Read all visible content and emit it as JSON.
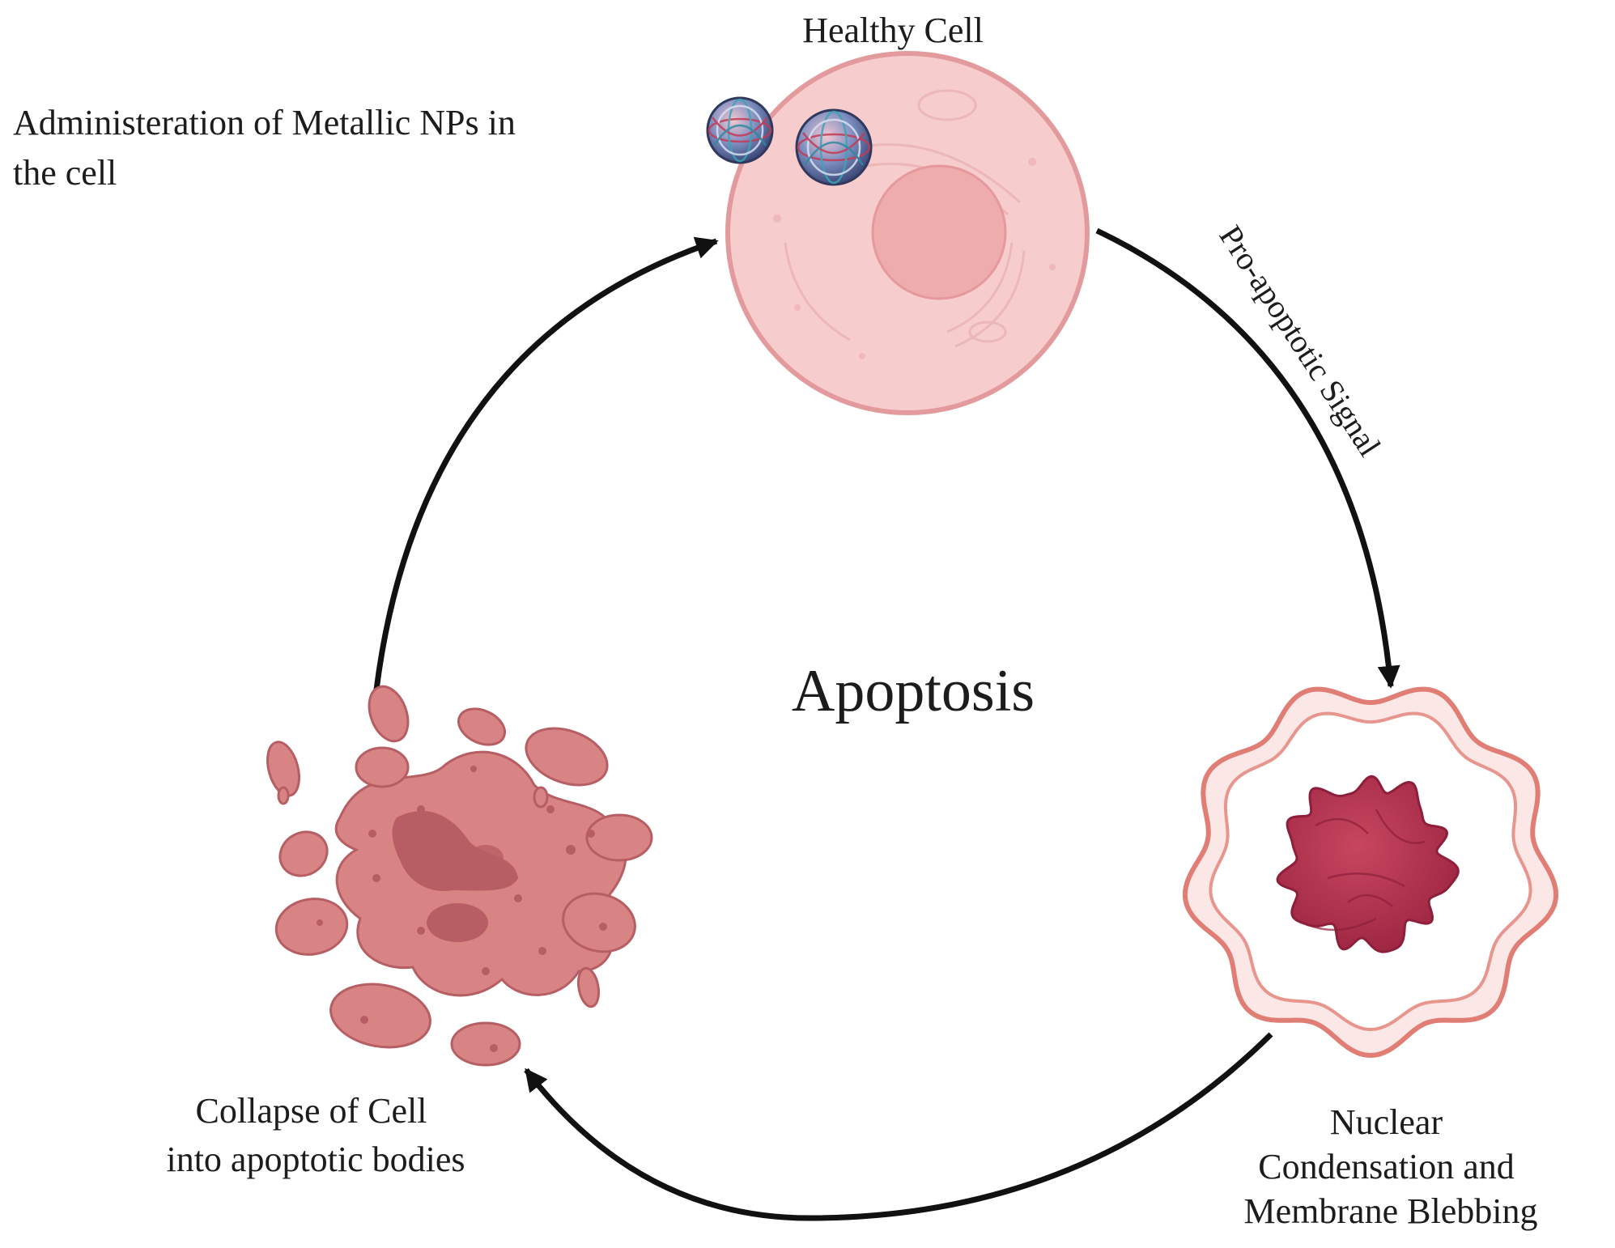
{
  "diagram": {
    "center_title": "Apoptosis",
    "healthy_cell": {
      "label": "Healthy Cell"
    },
    "nanoparticles": {
      "label_lines": [
        "Administeration of Metallic NPs in",
        "the cell"
      ]
    },
    "signal": {
      "label": "Pro-apoptotic Signal"
    },
    "condensation": {
      "label_lines": [
        "Nuclear",
        "Condensation and",
        "Membrane Blebbing"
      ]
    },
    "collapse": {
      "label_lines": [
        "Collapse of Cell",
        "into apoptotic bodies"
      ]
    }
  },
  "colors": {
    "healthy_cytoplasm": "#f7cccc",
    "healthy_membrane": "#e39a9c",
    "healthy_nucleus": "#eeacac",
    "condensed_nucleus": "#b2334f",
    "blebbing_membrane": "#e07d75",
    "apoptotic_body": "#d98484",
    "apoptotic_body_dark": "#b65e63",
    "arrow": "#111111"
  }
}
